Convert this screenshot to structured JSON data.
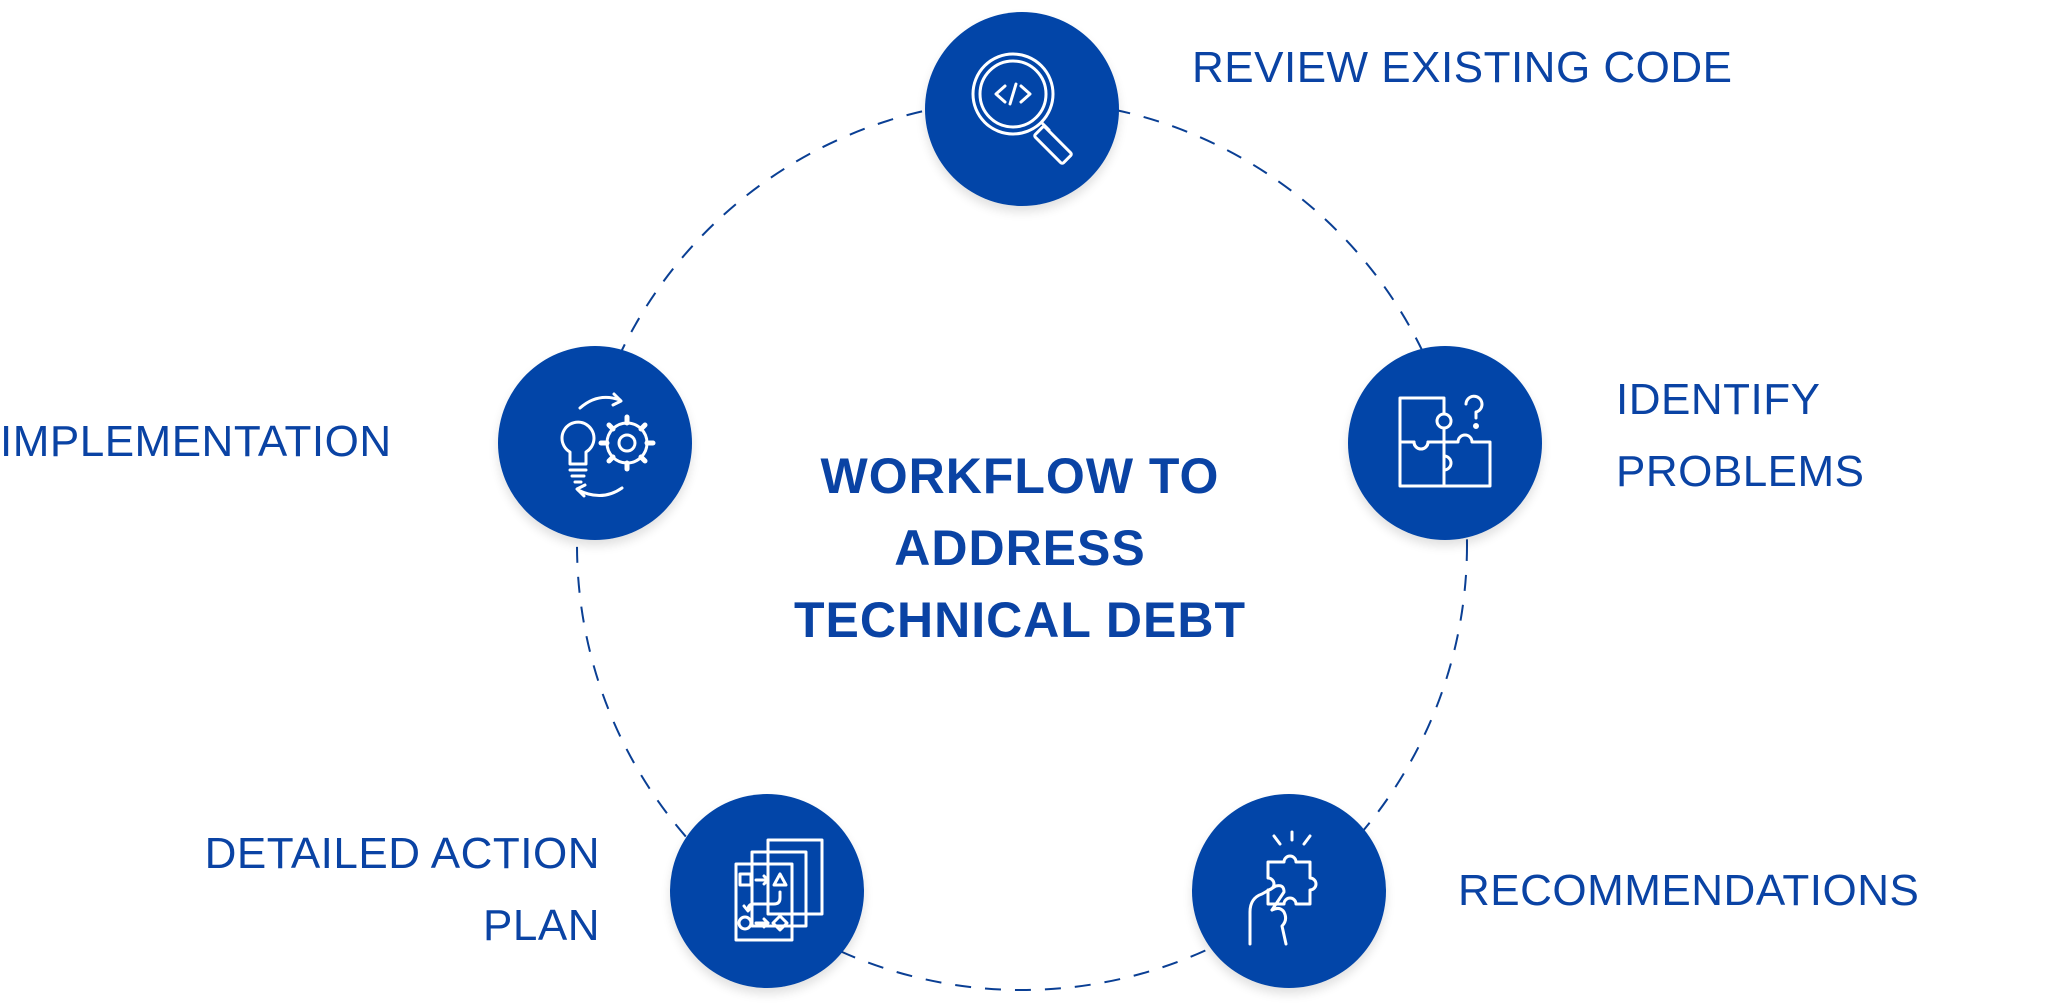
{
  "center_title": {
    "line1": "WORKFLOW TO",
    "line2": "ADDRESS",
    "line3": "TECHNICAL DEBT"
  },
  "steps": [
    {
      "label": [
        "REVIEW EXISTING CODE"
      ],
      "icon": "code-magnifier-icon"
    },
    {
      "label": [
        "IDENTIFY",
        "PROBLEMS"
      ],
      "icon": "puzzle-question-icon"
    },
    {
      "label": [
        "RECOMMENDATIONS"
      ],
      "icon": "hand-puzzle-icon"
    },
    {
      "label": [
        "DETAILED ACTION",
        "PLAN"
      ],
      "icon": "flowchart-pages-icon"
    },
    {
      "label": [
        "IMPLEMENTATION"
      ],
      "icon": "bulb-gear-cycle-icon"
    }
  ],
  "colors": {
    "accent": "#0245a8",
    "text": "#0a43a4",
    "line": "#0a3f94",
    "icon_stroke": "#ffffff"
  }
}
